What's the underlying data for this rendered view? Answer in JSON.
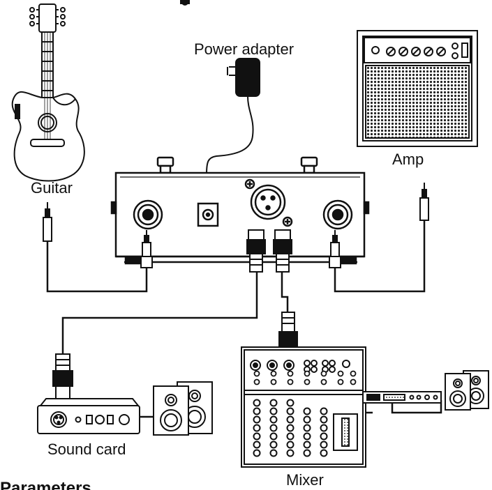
{
  "labels": {
    "guitar": "Guitar",
    "power_adapter": "Power adapter",
    "amp": "Amp",
    "sound_card": "Sound card",
    "mixer": "Mixer"
  },
  "footer_heading": "Parameters",
  "colors": {
    "ink": "#111111",
    "panel": "#ffffff",
    "grille": "#333333"
  }
}
